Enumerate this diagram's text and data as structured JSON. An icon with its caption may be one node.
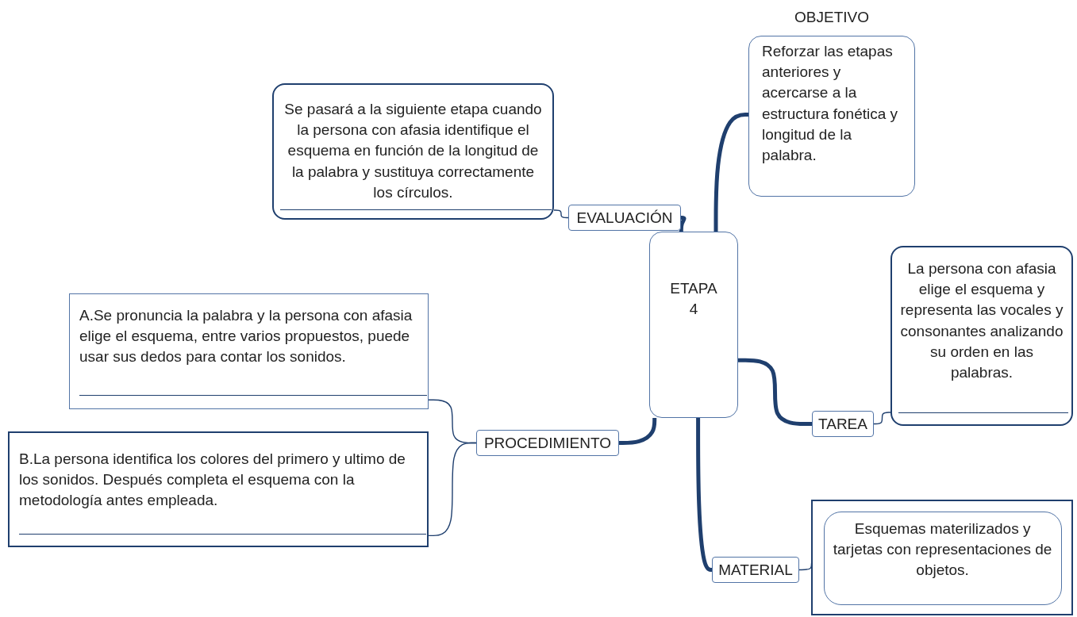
{
  "diagram": {
    "nodes": [
      {
        "text": [
          "ETAPA 4"
        ]
      },
      {
        "text": [
          "EVALUACIÓN"
        ]
      },
      {
        "text": [
          "Se pasará a la siguiente etapa cuando la persona con afasia identifique el esquema en función de la longitud de la palabra y sustituya correctamente los círculos."
        ]
      },
      {
        "text": [
          "OBJETIVO",
          "Reforzar las etapas anteriores y acercarse a la estructura fonética y longitud de la palabra."
        ]
      },
      {
        "text": [
          "TAREA"
        ]
      },
      {
        "text": [
          "La persona con afasia elige el esquema y representa las vocales y consonantes analizando su orden en las palabras."
        ]
      },
      {
        "text": [
          "PROCEDIMIENTO"
        ]
      },
      {
        "text": [
          "A.Se pronuncia la palabra y la persona con afasia elige el esquema, entre varios propuestos, puede usar sus dedos para contar los sonidos."
        ]
      },
      {
        "text": [
          "B.La persona identifica los colores del primero y ultimo de los sonidos. Después completa el esquema con la metodología antes empleada."
        ]
      },
      {
        "text": [
          "MATERIAL"
        ]
      },
      {
        "text": [],
        "shape": "box"
      },
      {
        "text": [
          "Esquemas materilizados y tarjetas con representaciones de objetos."
        ],
        "in": 10
      }
    ],
    "edges": [
      {
        "from": 0,
        "to": 1,
        "arrow": "none",
        "style": "thick"
      },
      {
        "from": 1,
        "to": 2,
        "arrow": "none"
      },
      {
        "from": 0,
        "to": 3,
        "arrow": "none",
        "style": "thick"
      },
      {
        "from": 0,
        "to": 4,
        "arrow": "none",
        "style": "thick"
      },
      {
        "from": 4,
        "to": 5,
        "arrow": "none"
      },
      {
        "from": 0,
        "to": 6,
        "arrow": "none",
        "style": "thick"
      },
      {
        "from": 6,
        "to": 7,
        "arrow": "none"
      },
      {
        "from": 6,
        "to": 8,
        "arrow": "none"
      },
      {
        "from": 0,
        "to": 9,
        "arrow": "none",
        "style": "thick"
      },
      {
        "from": 9,
        "to": 11,
        "arrow": "none"
      }
    ]
  }
}
